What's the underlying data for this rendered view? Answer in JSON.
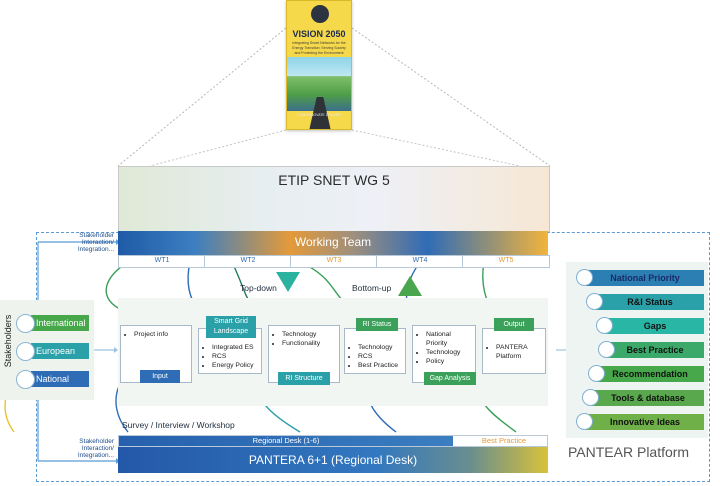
{
  "vision": {
    "title": "VISION 2050",
    "subtitle": "Integrating Smart Networks for the Energy Transition: Serving Society and Protecting the Environment",
    "footer": "PLAN INNOVATE DELIVER"
  },
  "wg5": {
    "label": "ETIP SNET WG 5"
  },
  "working_team": {
    "label": "Working Team",
    "cells": [
      "WT1",
      "WT2",
      "WT3",
      "WT4",
      "WT5"
    ]
  },
  "stakeholder_links": {
    "top": [
      "Stakeholder",
      "Interaction/",
      "Integration..."
    ],
    "bottom": [
      "Stakeholder",
      "Interaction/",
      "Integration..."
    ]
  },
  "stakeholders": {
    "title": "Stakeholders",
    "levels": [
      "International",
      "European",
      "National"
    ]
  },
  "arrows": {
    "top_down": "Top-down",
    "bottom_up": "Bottom-up"
  },
  "boxes": {
    "input": {
      "items": [
        "Project info"
      ],
      "tag": "Input"
    },
    "ri_structure": {
      "header": "Smart Grid Landscape",
      "items": [
        "Integrated ES",
        "RCS",
        "Energy Policy"
      ]
    },
    "tech": {
      "items": [
        "Technology",
        "Functionality"
      ],
      "tag": "RI Structure"
    },
    "ri_status": {
      "header": "RI Status",
      "items": [
        "Technology",
        "RCS",
        "Best Practice"
      ]
    },
    "gap": {
      "items": [
        "National Priority",
        "Technology",
        "Policy"
      ],
      "tag": "Gap Analysis"
    },
    "output": {
      "header": "Output",
      "items": [
        "PANTERA Platform"
      ]
    }
  },
  "survey": "Survey / Interview / Workshop",
  "regional_desk": {
    "bar_label": "Regional Desk (1-6)",
    "best_practice": "Best Practice",
    "main_label": "PANTERA 6+1 (Regional Desk)"
  },
  "platform": {
    "title": "PANTEAR Platform",
    "items": [
      "National Priority",
      "R&I Status",
      "Gaps",
      "Best Practice",
      "Recommendation",
      "Tools & database",
      "Innovative Ideas"
    ]
  },
  "colors": {
    "blue": "#2f6cb6",
    "teal": "#2aa0a8",
    "green": "#46a84a",
    "orange": "#e39a3a",
    "platform_blue": "#2b7fb2"
  }
}
